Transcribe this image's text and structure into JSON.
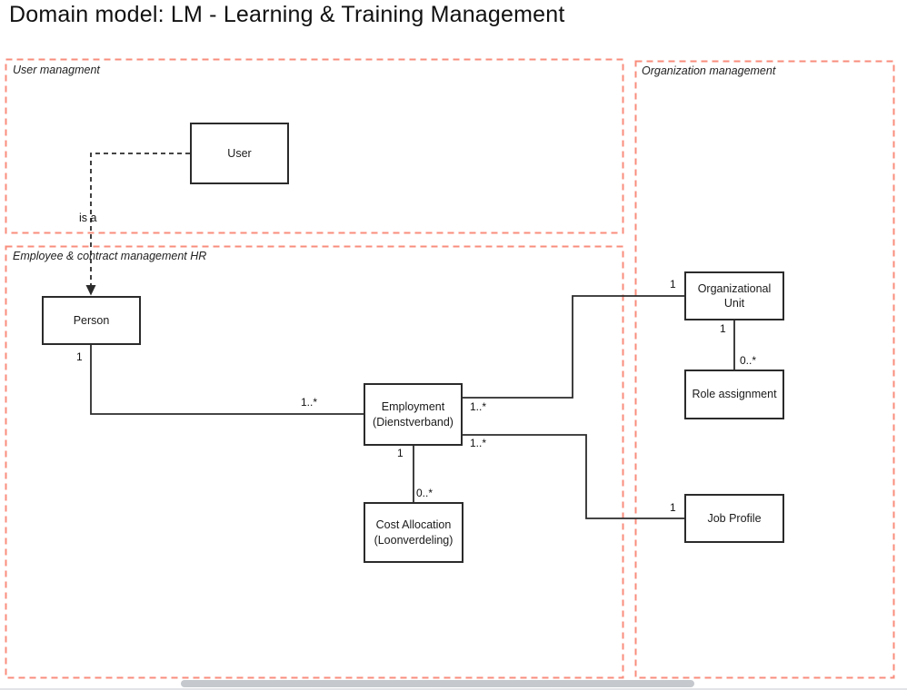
{
  "title": "Domain model: LM - Learning & Training Management",
  "regions": {
    "user_management": {
      "label": "User managment"
    },
    "employee_contract": {
      "label": "Employee & contract management HR"
    },
    "organization": {
      "label": "Organization management"
    }
  },
  "entities": {
    "user": {
      "name": "User"
    },
    "person": {
      "name": "Person"
    },
    "employment": {
      "name": "Employment\n(Dienstverband)"
    },
    "cost_allocation": {
      "name": "Cost Allocation\n(Loonverdeling)"
    },
    "organizational_unit": {
      "name": "Organizational\nUnit"
    },
    "role_assignment": {
      "name": "Role assignment"
    },
    "job_profile": {
      "name": "Job Profile"
    }
  },
  "relationships": {
    "user_is_a_person": {
      "label": "is a"
    },
    "person_employment": {
      "person_mult": "1",
      "employment_mult": "1..*"
    },
    "employment_organizational_unit": {
      "employment_mult": "1..*",
      "organizational_unit_mult": "1"
    },
    "employment_job_profile": {
      "employment_mult": "1..*",
      "job_profile_mult": "1"
    },
    "employment_cost_allocation": {
      "employment_mult": "1",
      "cost_allocation_mult": "0..*"
    },
    "organizational_unit_role_assignment": {
      "organizational_unit_mult": "1",
      "role_assignment_mult": "0..*"
    }
  },
  "colors": {
    "region_border": "#f98d7c",
    "shape_border": "#2b2b2b",
    "connector": "#2b2b2b",
    "scrollbar_thumb": "#c5c9ce"
  }
}
